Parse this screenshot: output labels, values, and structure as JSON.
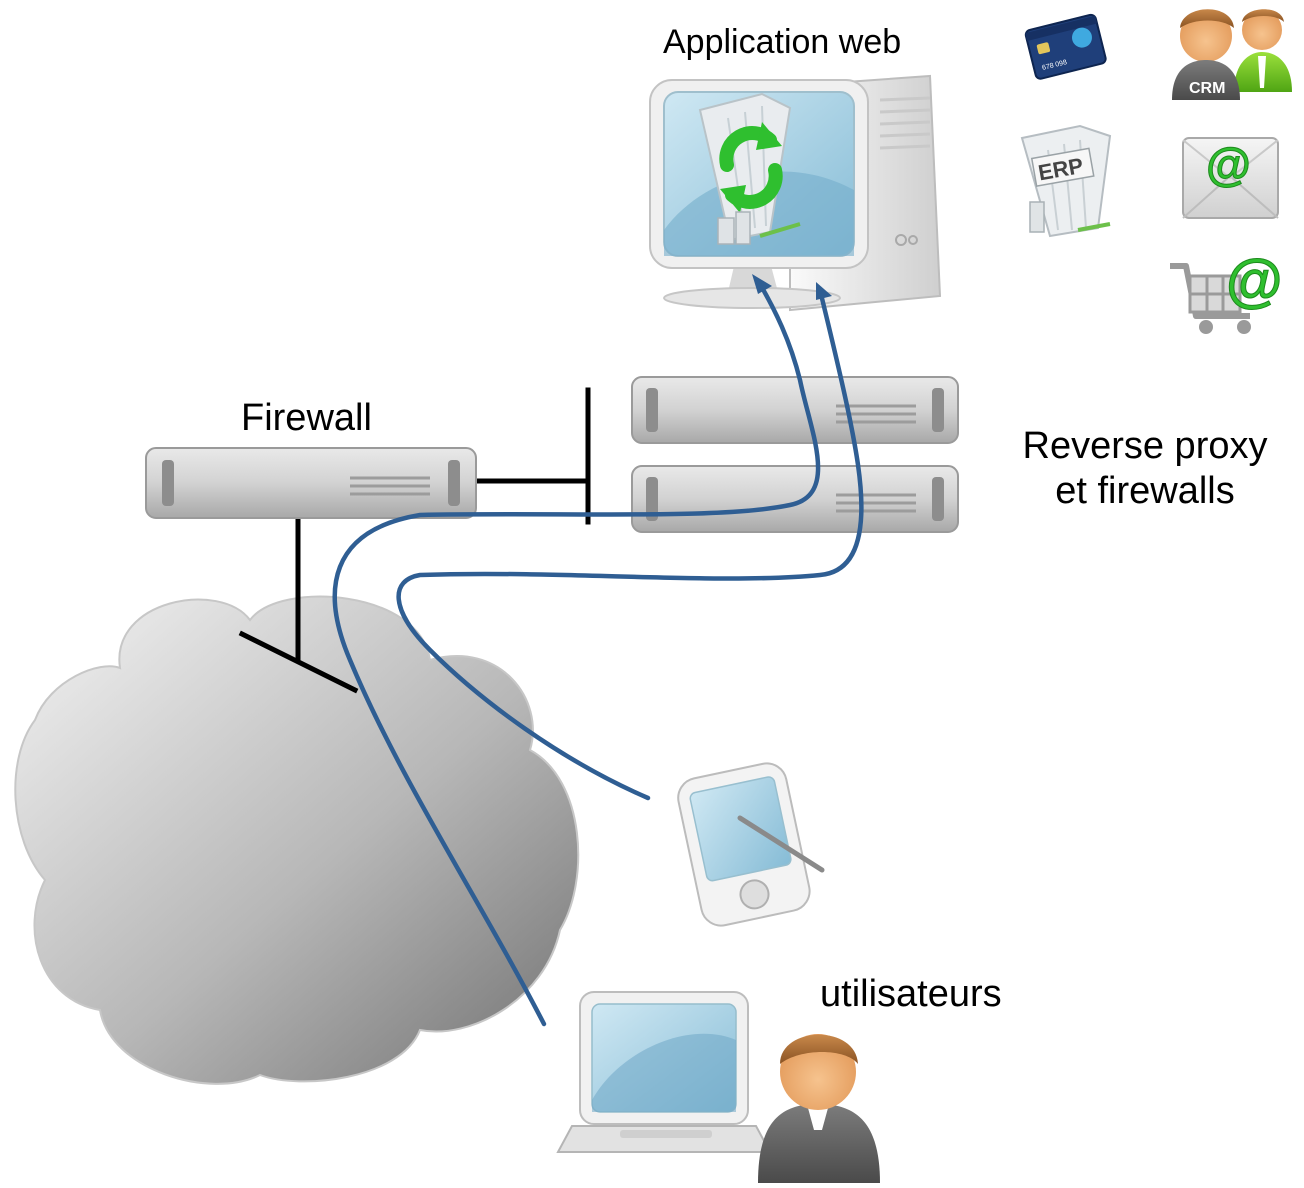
{
  "labels": {
    "application": "Application web",
    "firewall": "Firewall",
    "reverse_proxy_line1": "Reverse proxy",
    "reverse_proxy_line2": "et firewalls",
    "users": "utilisateurs"
  },
  "icons": {
    "card_text": "678 098",
    "crm": "CRM",
    "erp": "ERP",
    "at": "@"
  },
  "colors": {
    "flow_line": "#2f5e93",
    "wire": "#000000",
    "cloud_light": "#f2f2f2",
    "cloud_dark": "#7a7a7a",
    "screen": "#a9d3e6",
    "green": "#2fbf2f"
  }
}
